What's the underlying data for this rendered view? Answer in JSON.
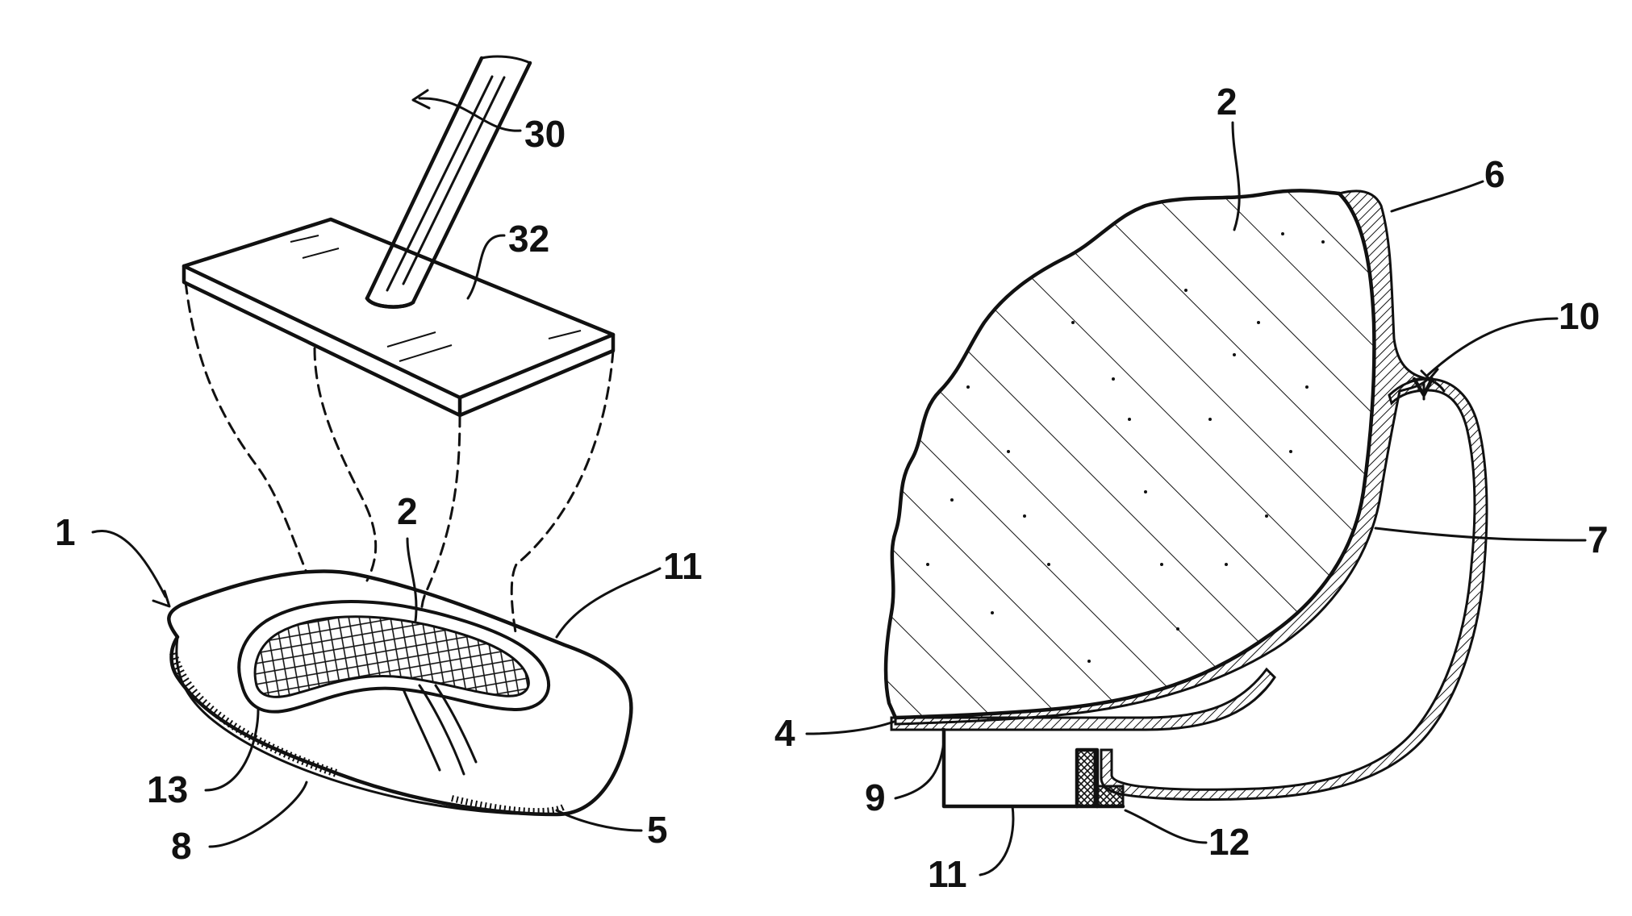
{
  "figure": {
    "left": {
      "labels": {
        "l1": "1",
        "l2": "2",
        "l5": "5",
        "l8": "8",
        "l11": "11",
        "l13": "13",
        "l30": "30",
        "l32": "32"
      }
    },
    "right": {
      "labels": {
        "r2": "2",
        "r4": "4",
        "r6": "6",
        "r7": "7",
        "r9": "9",
        "r10": "10",
        "r11": "11",
        "r12": "12"
      }
    }
  },
  "colors": {
    "ink": "#111111",
    "paper": "#ffffff"
  }
}
